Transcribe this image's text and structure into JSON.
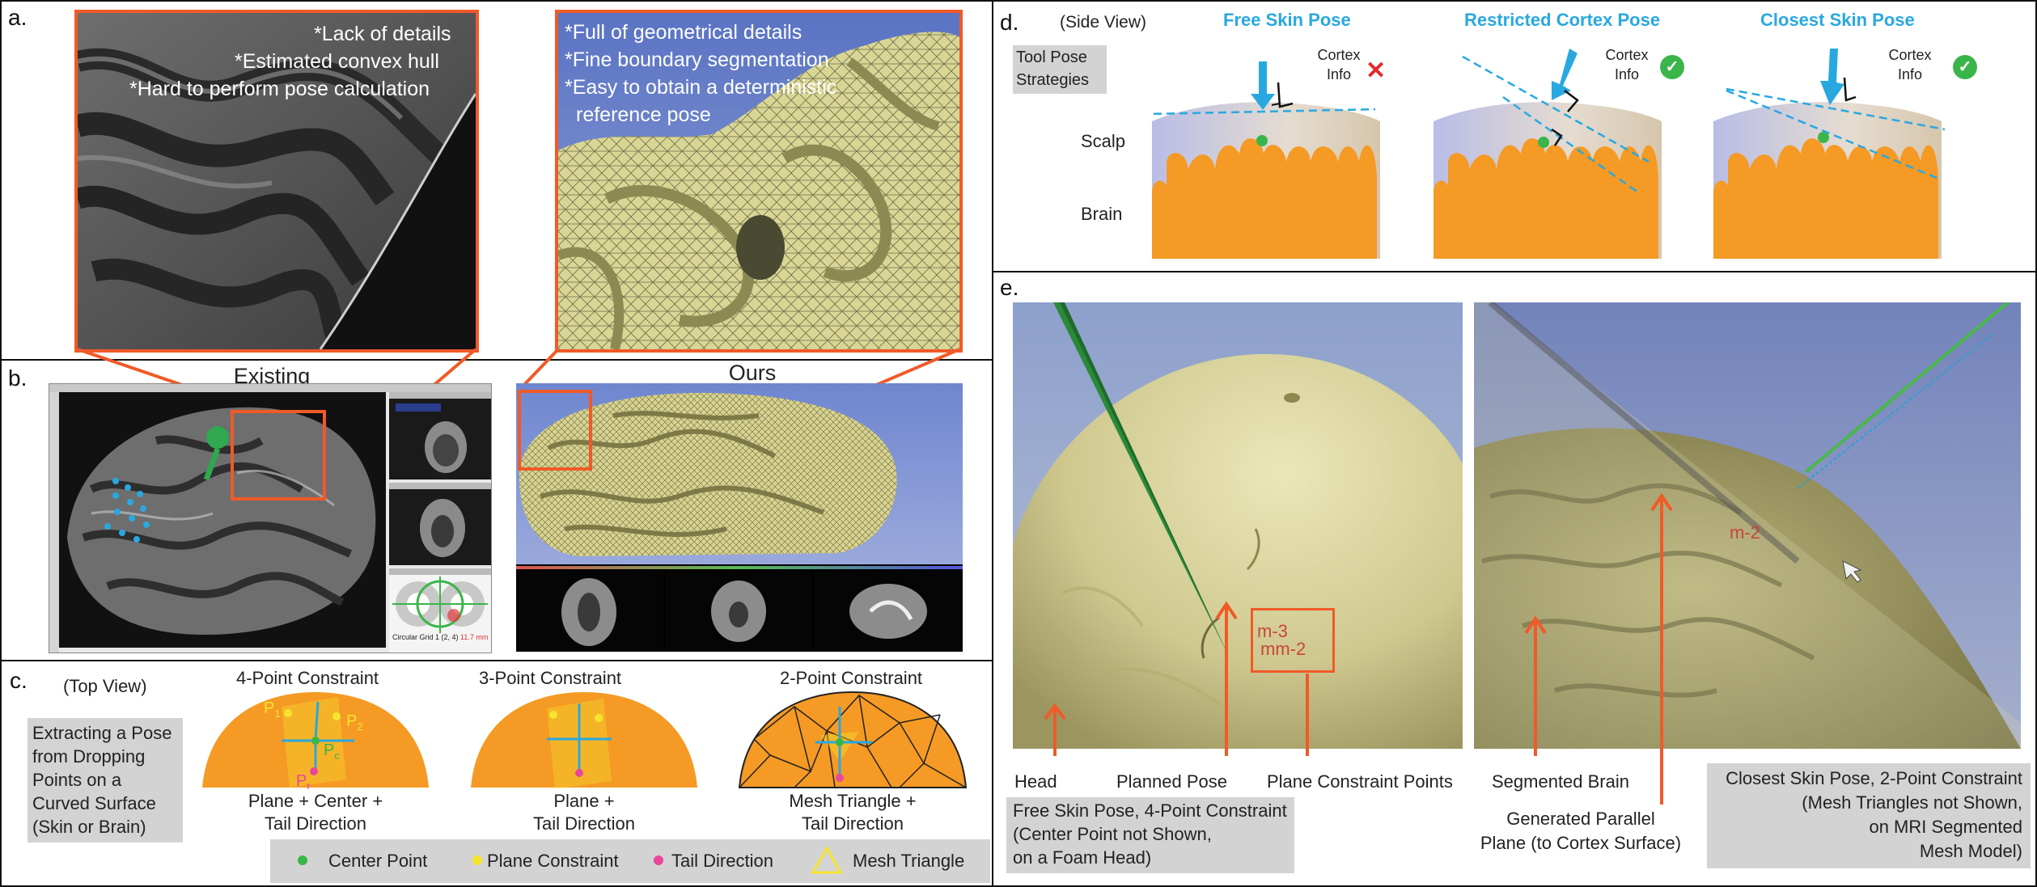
{
  "panels": {
    "a": "a.",
    "b": "b.",
    "c": "c.",
    "d": "d.",
    "e": "e."
  },
  "a": {
    "left_notes": [
      "*Lack of details",
      "*Estimated convex hull",
      "*Hard to perform pose calculation"
    ],
    "right_notes": [
      "*Full of geometrical details",
      "*Fine boundary segmentation",
      "*Easy to obtain a deterministic",
      "reference pose"
    ]
  },
  "b": {
    "existing": "Existing",
    "ours": "Ours",
    "grid_caption": "Circular Grid 1 (2, 4)",
    "grid_value": "11.7 mm"
  },
  "c": {
    "view": "(Top View)",
    "side_note": [
      "Extracting a Pose",
      "from Dropping",
      "Points on a",
      "Curved Surface",
      "(Skin or Brain)"
    ],
    "constraints": [
      {
        "title": "4-Point Constraint",
        "caption": [
          "Plane + Center +",
          "Tail Direction"
        ]
      },
      {
        "title": "3-Point Constraint",
        "caption": [
          "Plane +",
          "Tail Direction"
        ]
      },
      {
        "title": "2-Point Constraint",
        "caption": [
          "Mesh Triangle +",
          "Tail Direction"
        ]
      }
    ],
    "point_labels": {
      "p1": "P1",
      "p2": "P2",
      "pc": "Pc",
      "pt": "Pt"
    },
    "legend": [
      {
        "label": "Center Point",
        "color": "#3ab54a"
      },
      {
        "label": "Plane Constraint",
        "color": "#f7e52d"
      },
      {
        "label": "Tail Direction",
        "color": "#e8479a"
      },
      {
        "label": "Mesh Triangle",
        "color": "#f7e52d"
      }
    ]
  },
  "d": {
    "view": "(Side View)",
    "strategies": [
      "Tool Pose",
      "Strategies"
    ],
    "scalp": "Scalp",
    "brain": "Brain",
    "poses": [
      "Free Skin Pose",
      "Restricted Cortex Pose",
      "Closest Skin Pose"
    ],
    "cortex_info": [
      "Cortex",
      "Info"
    ]
  },
  "e": {
    "labels": {
      "head": "Head",
      "planned": "Planned Pose",
      "plane_points": "Plane Constraint Points",
      "segmented": "Segmented Brain",
      "generated": [
        "Generated Parallel",
        "Plane (to Cortex Surface)"
      ]
    },
    "mark_left": [
      "m-3",
      "mm-2"
    ],
    "mark_right": "m-2",
    "caption_left": [
      "Free Skin Pose, 4-Point Constraint",
      "(Center Point not Shown,",
      "on a Foam Head)"
    ],
    "caption_right": [
      "Closest Skin Pose, 2-Point Constraint",
      "(Mesh Triangles not Shown,",
      "on MRI Segmented",
      "Mesh Model)"
    ]
  }
}
